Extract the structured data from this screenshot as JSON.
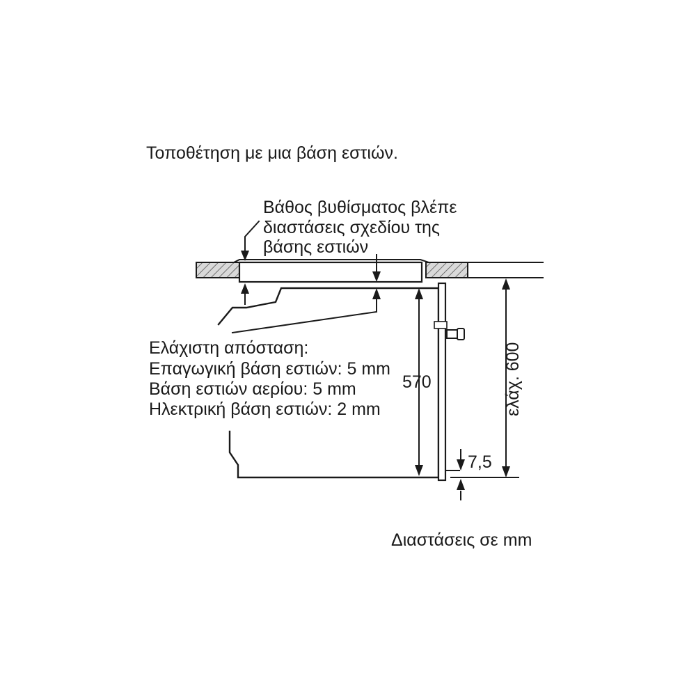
{
  "title": "Τοποθέτηση με μια βάση εστιών.",
  "depth_note": {
    "line1": "Βάθος βυθίσματος βλέπε",
    "line2": "διαστάσεις σχεδίου της",
    "line3": "βάσης εστιών"
  },
  "min_distance": {
    "heading": "Ελάχιστη απόσταση:",
    "induction": "Επαγωγική βάση εστιών: 5 mm",
    "gas": "Βάση εστιών αερίου: 5 mm",
    "electric": "Ηλεκτρική βάση εστιών: 2 mm"
  },
  "dimensions": {
    "height": "570",
    "niche": "ελάχ. 600",
    "offset": "7,5"
  },
  "units_note": "Διαστάσεις σε mm"
}
